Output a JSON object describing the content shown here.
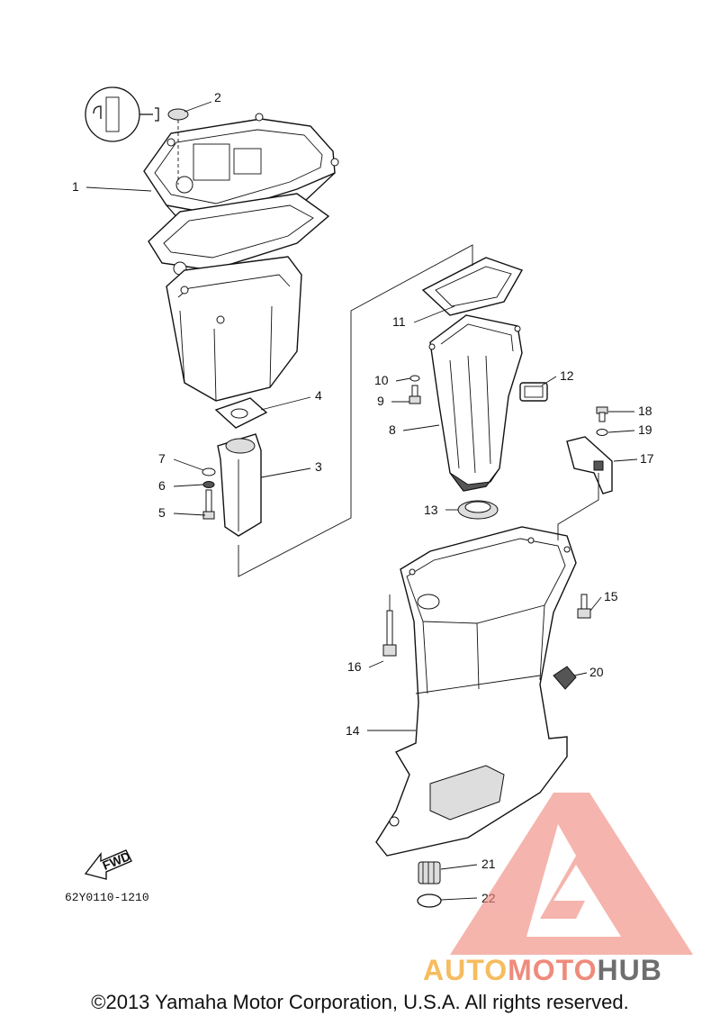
{
  "diagram": {
    "labels": [
      "1",
      "2",
      "3",
      "4",
      "5",
      "6",
      "7",
      "8",
      "9",
      "10",
      "11",
      "12",
      "13",
      "14",
      "15",
      "16",
      "17",
      "18",
      "19",
      "20",
      "21",
      "22"
    ],
    "fwd_text": "FWD",
    "part_number": "62Y0110-1210"
  },
  "watermark": {
    "brand_part1": "AUTO",
    "brand_part2": "MOTO",
    "brand_part3": "HUB",
    "colors": {
      "triangle": "#f08a7e",
      "auto": "#f5b142",
      "moto": "#ec7766",
      "hub": "#555555"
    }
  },
  "footer": {
    "copyright": "©2013 Yamaha Motor Corporation, U.S.A. All rights reserved."
  }
}
